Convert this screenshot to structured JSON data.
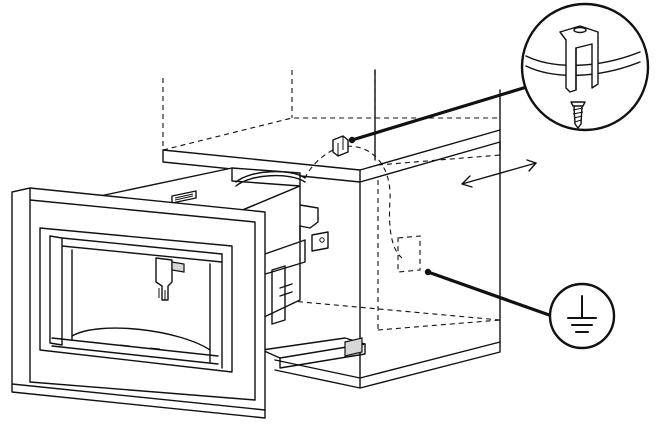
{
  "diagram": {
    "type": "installation-illustration",
    "callouts": [
      {
        "id": "mounting-bracket-detail",
        "icon": "bracket-screw-icon"
      },
      {
        "id": "ground-connection",
        "icon": "ground-symbol-icon"
      }
    ],
    "colors": {
      "line": "#111111",
      "background": "#ffffff",
      "shade": "#d8d8d8"
    }
  }
}
